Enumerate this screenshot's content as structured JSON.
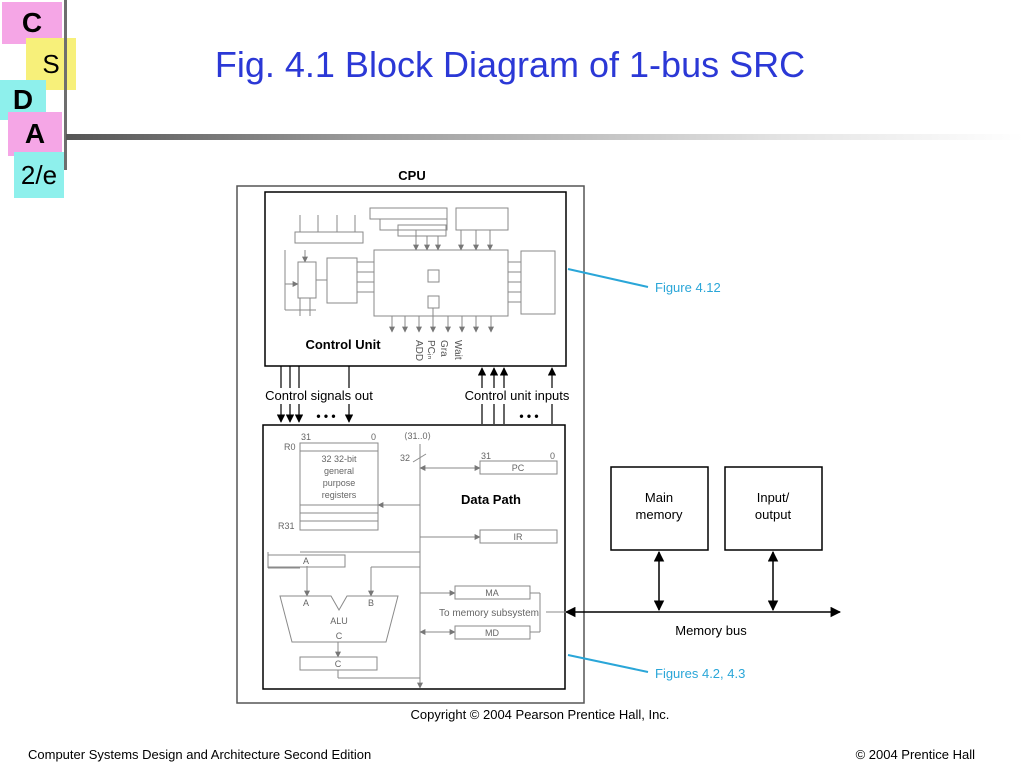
{
  "logo": {
    "letters": [
      "C",
      "S",
      "D",
      "A",
      "2/e"
    ]
  },
  "slide_title": "Fig. 4.1  Block Diagram of 1-bus SRC",
  "diagram": {
    "cpu_label": "CPU",
    "control_unit_label": "Control Unit",
    "control_signal_labels": [
      "ADD",
      "PCᵢₙ",
      "Gra",
      "Wait"
    ],
    "control_signals_out": "Control signals out",
    "control_unit_inputs": "Control unit inputs",
    "ellipsis": "• • •",
    "reg_bit_high": "31",
    "reg_bit_low": "0",
    "bus_range": "⟨31..0⟩",
    "bus_width": "32",
    "r0": "R0",
    "r31": "R31",
    "registers_text": [
      "32 32-bit",
      "general",
      "purpose",
      "registers"
    ],
    "pc_label": "PC",
    "pc_bit_high": "31",
    "pc_bit_low": "0",
    "data_path_label": "Data Path",
    "ir_label": "IR",
    "a_reg": "A",
    "alu_in_a": "A",
    "alu_in_b": "B",
    "alu_label": "ALU",
    "alu_out": "C",
    "c_reg": "C",
    "ma_label": "MA",
    "to_memory": "To memory subsystem",
    "md_label": "MD",
    "main_memory": [
      "Main",
      "memory"
    ],
    "io": [
      "Input/",
      "output"
    ],
    "memory_bus": "Memory bus",
    "figure_412": "Figure 4.12",
    "figures_42_43": "Figures 4.2, 4.3",
    "copyright": "Copyright © 2004 Pearson Prentice Hall, Inc."
  },
  "footer": {
    "left": "Computer Systems Design and Architecture Second Edition",
    "right": "© 2004 Prentice Hall"
  },
  "colors": {
    "title": "#2b38d6",
    "callout": "#2aa6d8",
    "gray_line": "#8a8a8a"
  }
}
